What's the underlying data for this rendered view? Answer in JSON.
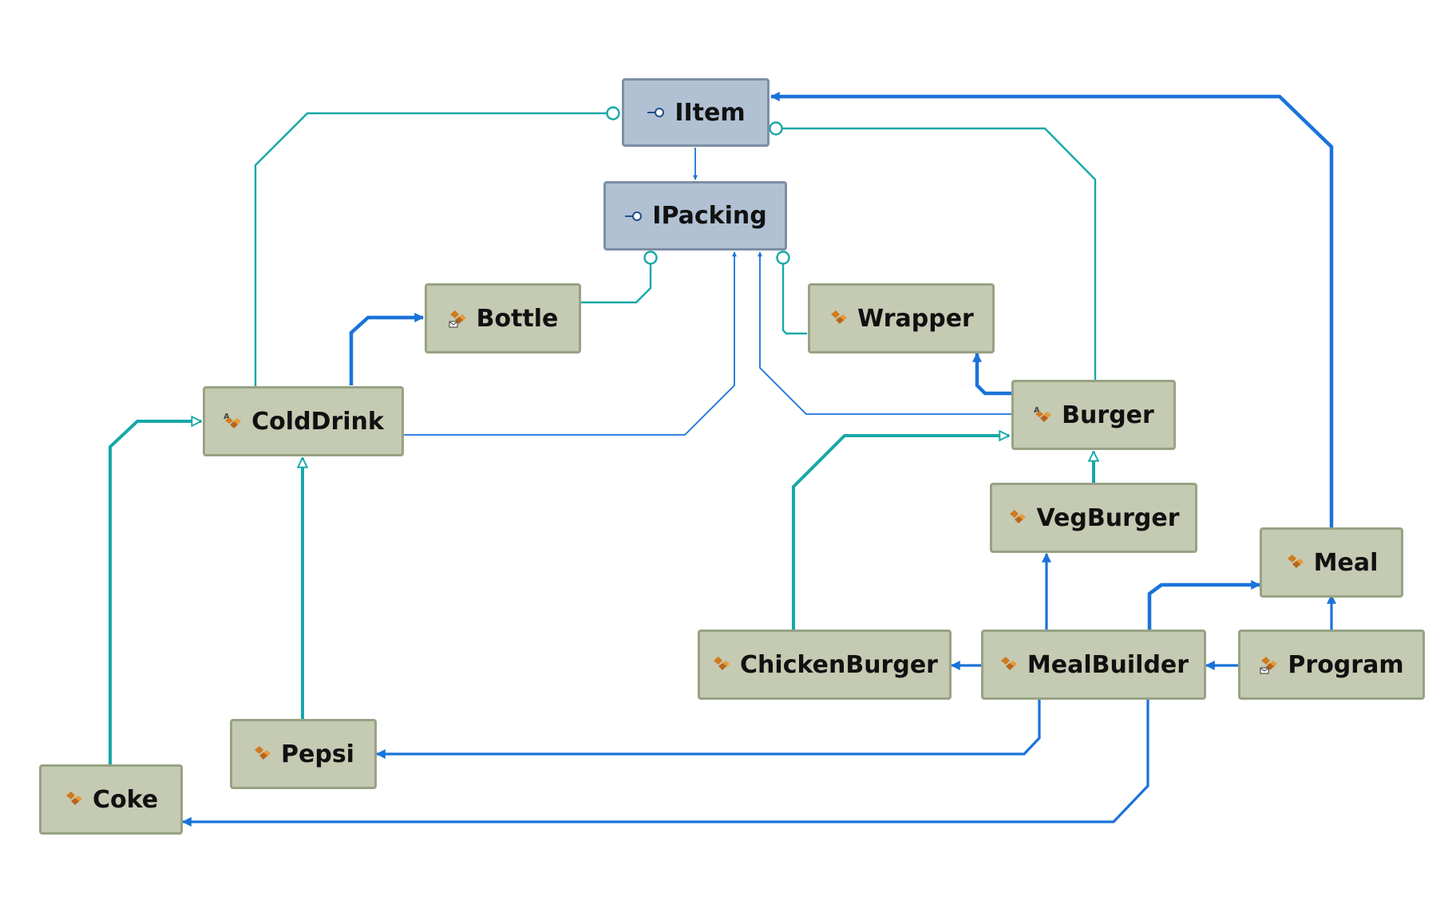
{
  "colors": {
    "class_fill": "#c5cab3",
    "class_border": "#97a383",
    "interface_fill": "#b1c1d3",
    "interface_border": "#7d8fa6",
    "association_line": "#1a73d9",
    "realization_line": "#17a8a8"
  },
  "nodes": {
    "iitem": {
      "label": "IItem",
      "kind": "interface",
      "icon": "interface-icon"
    },
    "ipacking": {
      "label": "IPacking",
      "kind": "interface",
      "icon": "interface-icon"
    },
    "bottle": {
      "label": "Bottle",
      "kind": "class",
      "icon": "sealed-class-icon"
    },
    "wrapper": {
      "label": "Wrapper",
      "kind": "class",
      "icon": "class-icon"
    },
    "colddrink": {
      "label": "ColdDrink",
      "kind": "class",
      "icon": "abstract-class-icon"
    },
    "burger": {
      "label": "Burger",
      "kind": "class",
      "icon": "abstract-class-icon"
    },
    "vegburger": {
      "label": "VegBurger",
      "kind": "class",
      "icon": "class-icon"
    },
    "meal": {
      "label": "Meal",
      "kind": "class",
      "icon": "class-icon"
    },
    "chickenburger": {
      "label": "ChickenBurger",
      "kind": "class",
      "icon": "class-icon"
    },
    "mealbuilder": {
      "label": "MealBuilder",
      "kind": "class",
      "icon": "class-icon"
    },
    "program": {
      "label": "Program",
      "kind": "class",
      "icon": "sealed-class-icon"
    },
    "pepsi": {
      "label": "Pepsi",
      "kind": "class",
      "icon": "class-icon"
    },
    "coke": {
      "label": "Coke",
      "kind": "class",
      "icon": "class-icon"
    }
  }
}
